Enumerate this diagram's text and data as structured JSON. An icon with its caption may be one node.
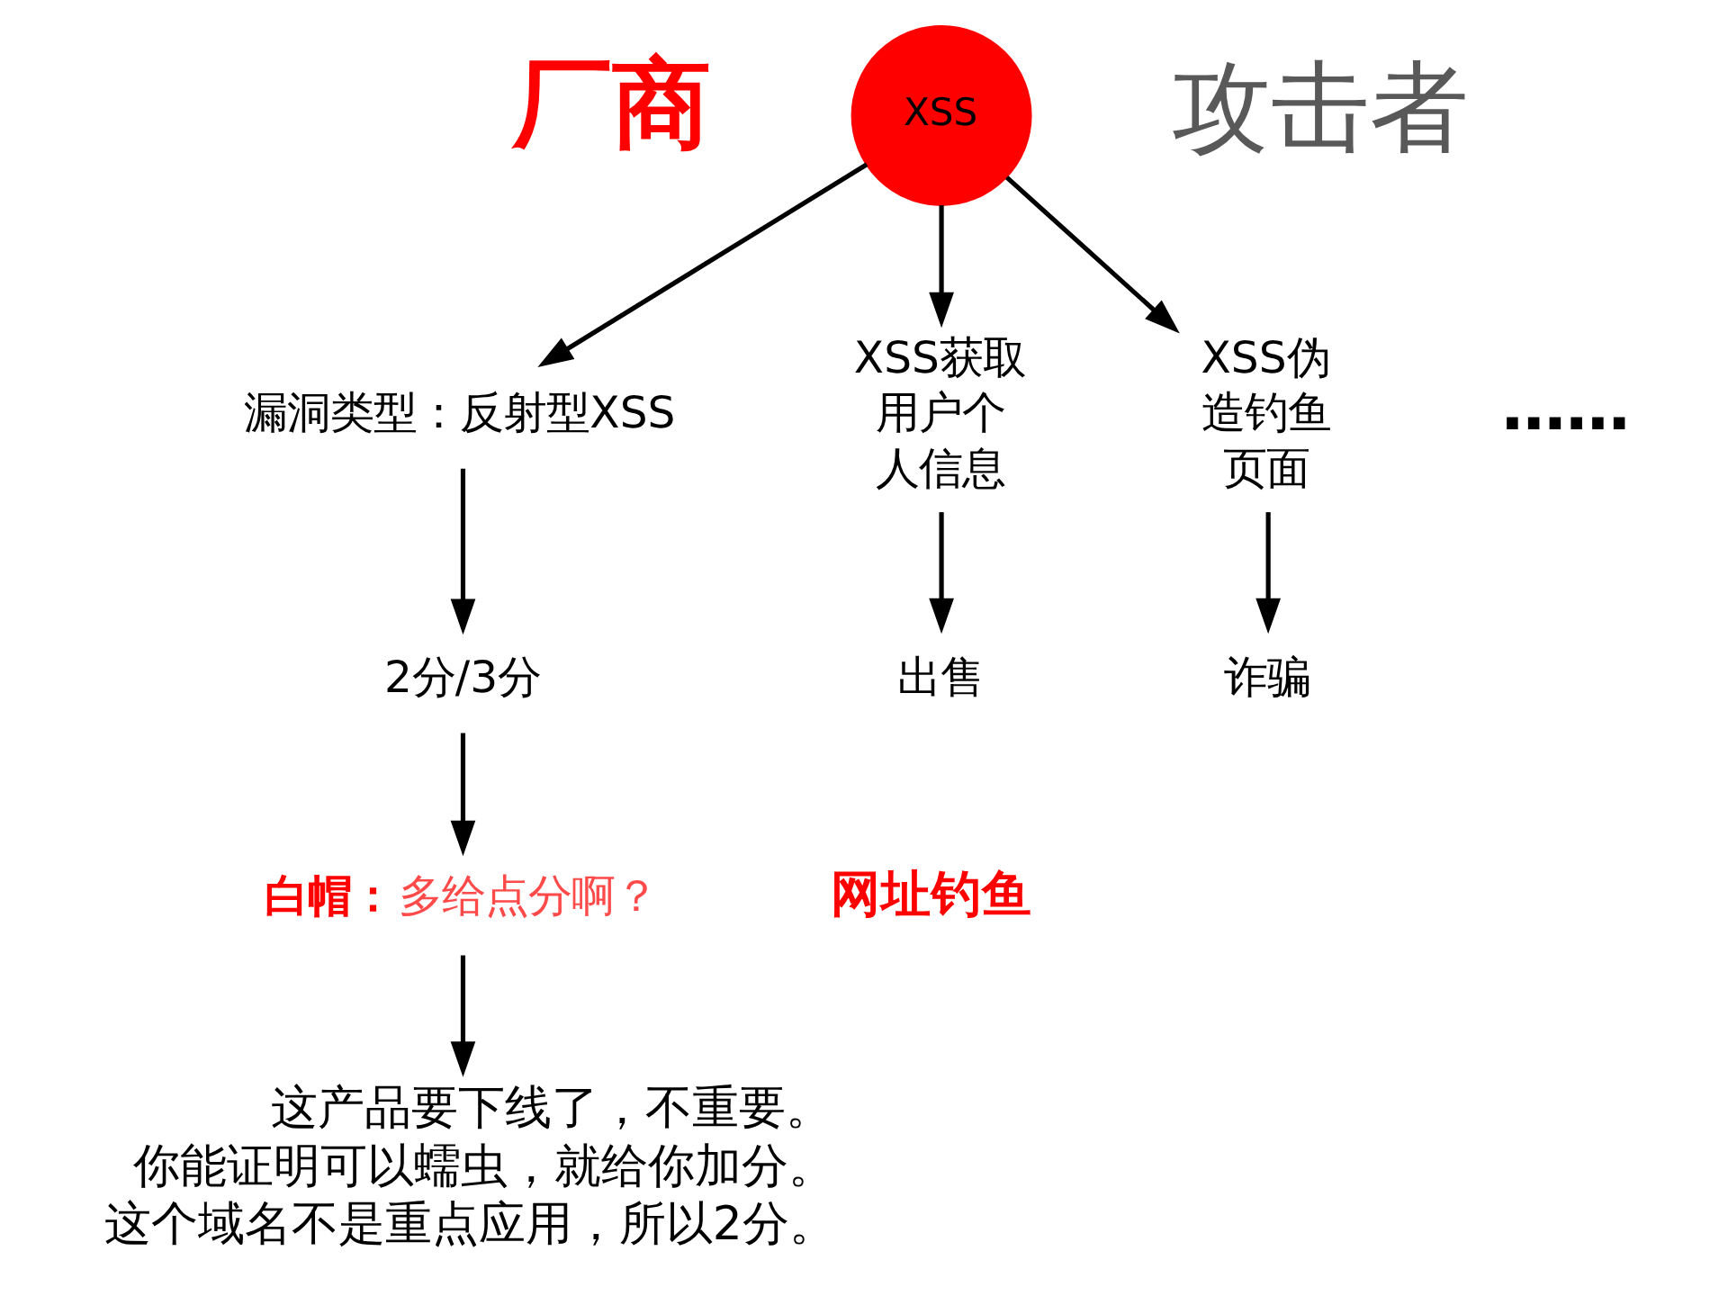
{
  "diagram": {
    "nodes": [
      {
        "text": [
          "XSS"
        ]
      },
      {
        "text": [
          "漏洞类型：反射型XSS"
        ]
      },
      {
        "text": [
          "2分/3分"
        ]
      },
      {
        "text": [
          "**白帽：**多给点分啊？"
        ]
      },
      {
        "text": [
          "这产品要下线了，不重要。",
          "你能证明可以蠕虫，就给你加分。",
          "这个域名不是重点应用，所以2分。"
        ]
      },
      {
        "text": [
          "XSS获取用户个人信息"
        ]
      },
      {
        "text": [
          "XSS伪造钓鱼页面"
        ]
      },
      {
        "text": [
          "出售"
        ]
      },
      {
        "text": [
          "诈骗"
        ]
      }
    ],
    "edges": [
      {
        "from": 0,
        "to": 1,
        "arrow": "to"
      },
      {
        "from": 0,
        "to": 5,
        "arrow": "to"
      },
      {
        "from": 0,
        "to": 6,
        "arrow": "to"
      },
      {
        "from": 1,
        "to": 2,
        "arrow": "to"
      },
      {
        "from": 2,
        "to": 3,
        "arrow": "to"
      },
      {
        "from": 3,
        "to": 4,
        "arrow": "to"
      },
      {
        "from": 5,
        "to": 7,
        "arrow": "to"
      },
      {
        "from": 6,
        "to": 8,
        "arrow": "to"
      }
    ],
    "labels": [
      "厂商",
      "攻击者",
      "……",
      "网址钓鱼"
    ]
  }
}
